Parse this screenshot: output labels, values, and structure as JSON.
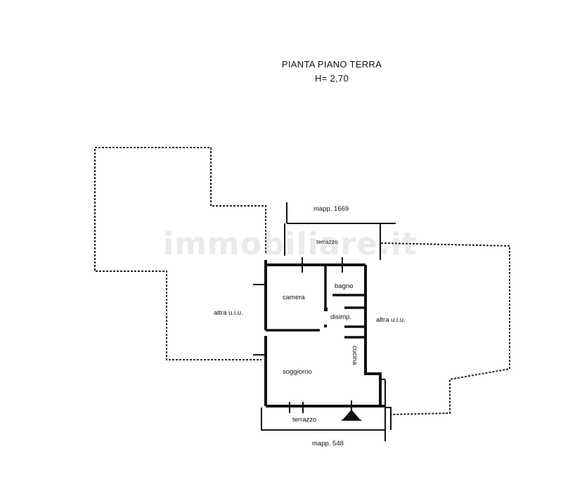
{
  "header": {
    "title": "PIANTA PIANO TERRA",
    "height": "H= 2,70"
  },
  "labels": {
    "mapp_top": "mapp. 1669",
    "terrazzo_top": "terrazzo",
    "bagno": "bagno",
    "camera": "camera",
    "disimp": "disimp.",
    "altra_left": "altra u.i.u.",
    "altra_right": "altra u.i.u.",
    "cucina": "cucina",
    "soggiorno": "soggiorno",
    "terrazzo_bottom": "terrazzo",
    "mapp_bottom": "mapp. 548"
  },
  "watermark": {
    "text": "immobiliare.it"
  },
  "colors": {
    "wall": "#111111",
    "background": "#ffffff"
  }
}
